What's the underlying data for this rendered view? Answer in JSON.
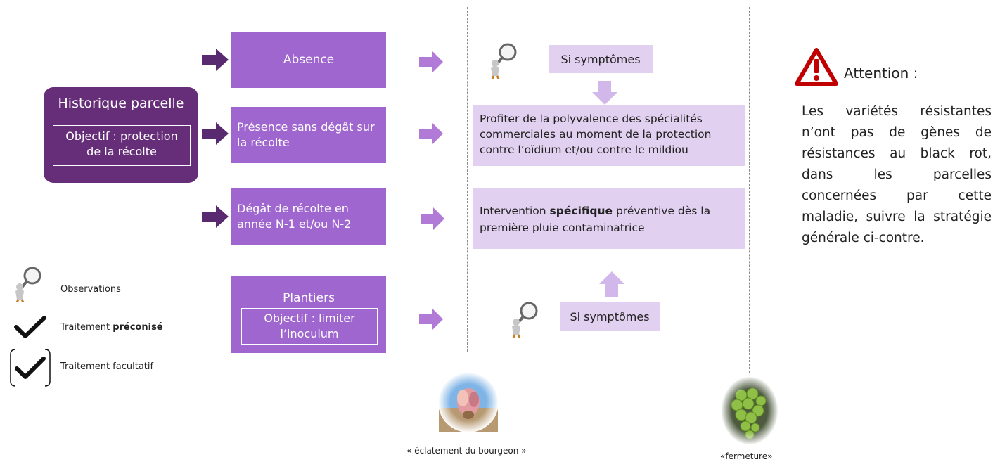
{
  "history": {
    "title": "Historique parcelle",
    "objective": "Objectif : protection de la récolte"
  },
  "cases": {
    "absence": "Absence",
    "presence": "Présence sans dégât sur la récolte",
    "damage": "Dégât de récolte en année N-1 et/ou N-2",
    "plantiers_title": "Plantiers",
    "plantiers_objective": "Objectif : limiter l’inoculum"
  },
  "actions": {
    "symptoms_top": "Si symptômes",
    "profit_text": "Profiter de la polyvalence des spécialités commerciales au moment de la protection contre l’oïdium et/ou contre le mildiou",
    "intervention_prefix": "Intervention ",
    "intervention_bold": "spécifique",
    "intervention_suffix": " préventive dès la première pluie contaminatrice",
    "symptoms_bottom": "Si symptômes"
  },
  "legend": {
    "observations": "Observations",
    "preconise_prefix": "Traitement ",
    "preconise_bold": "préconisé",
    "facultatif": "Traitement facultatif"
  },
  "stages": {
    "bud": "« éclatement du bourgeon »",
    "closure": "«fermeture»"
  },
  "attention": {
    "title": "Attention :",
    "text": "Les variétés résistantes n’ont pas de gènes de résistances au black rot, dans les parcelles concernées par cette maladie, suivre la stratégie générale ci-contre."
  },
  "colors": {
    "dark_purple": "#662d78",
    "purple": "#a066cf",
    "lavender": "#e2d0f0",
    "arrow_dark": "#5a2a70",
    "warning_red": "#c00000"
  }
}
